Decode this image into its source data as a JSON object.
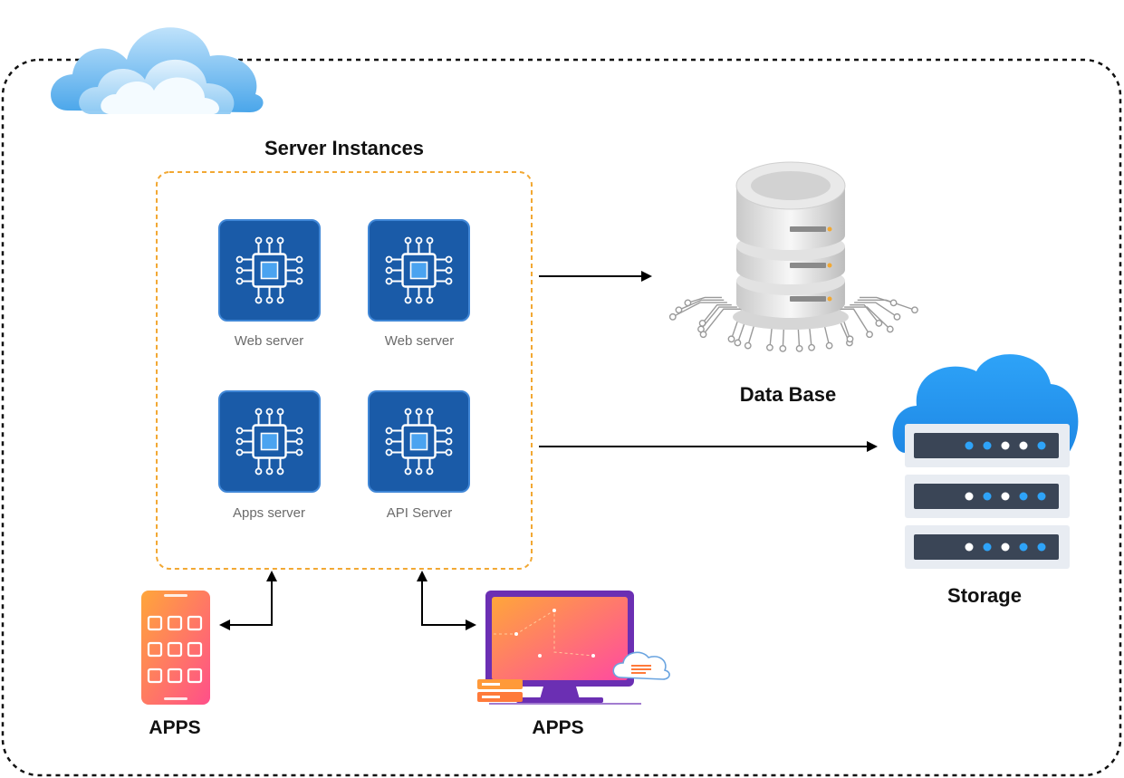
{
  "diagram": {
    "title": "Server Instances",
    "servers": [
      {
        "label": "Web server"
      },
      {
        "label": "Web server"
      },
      {
        "label": "Apps server"
      },
      {
        "label": "API Server"
      }
    ],
    "database_label": "Data Base",
    "storage_label": "Storage",
    "apps_mobile_label": "APPS",
    "apps_desktop_label": "APPS"
  },
  "icons": {
    "cloud": "cloud-icon",
    "chip": "chip-icon",
    "database": "database-icon",
    "storage": "storage-server-icon",
    "mobile": "mobile-apps-icon",
    "desktop": "desktop-monitor-icon"
  },
  "colors": {
    "chip_tile": "#1a5ba8",
    "chip_core": "#4aa3f0",
    "instances_border": "#f2a833",
    "cloud_blue": "#2ea3f8",
    "rack_dark": "#3a4556",
    "apps_gradient_start": "#ffa63a",
    "apps_gradient_end": "#ff4f8a",
    "monitor_frame": "#6b2fb3"
  }
}
